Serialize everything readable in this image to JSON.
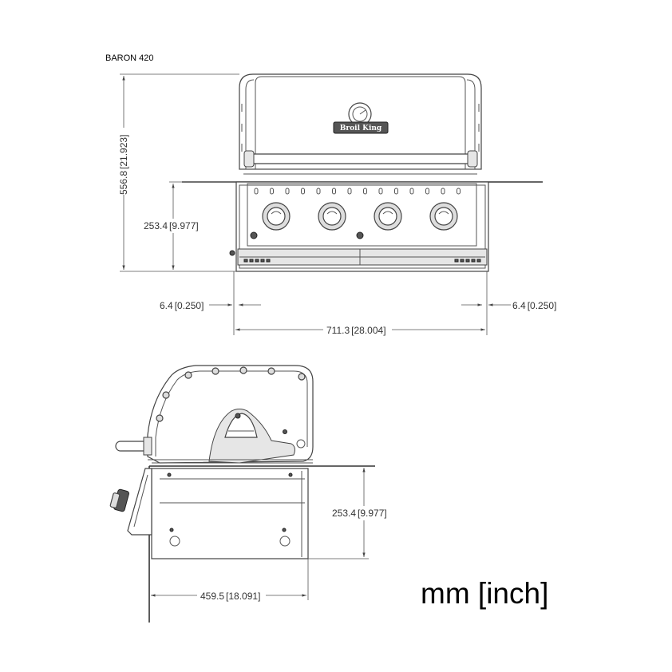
{
  "title": "BARON 420",
  "brand_logo": "Broil King",
  "units_label": "mm [inch]",
  "dimensions": {
    "total_height": "556.8",
    "total_height_in": "21.923",
    "cutout_height_front": "253.4",
    "cutout_height_front_in": "9.977",
    "side_gap_left": "6.4",
    "side_gap_left_in": "0.250",
    "side_gap_right": "6.4",
    "side_gap_right_in": "0.250",
    "cutout_width": "711.3",
    "cutout_width_in": "28.004",
    "cutout_height_side": "253.4",
    "cutout_height_side_in": "9.977",
    "cutout_depth": "459.5",
    "cutout_depth_in": "18.091"
  },
  "colors": {
    "line": "#555555",
    "knob": "#dddddd",
    "accent": "#333333"
  },
  "icons": {
    "burner_knob": "knob-icon",
    "thermometer": "thermometer-icon",
    "side_knob": "side-knob-icon"
  }
}
